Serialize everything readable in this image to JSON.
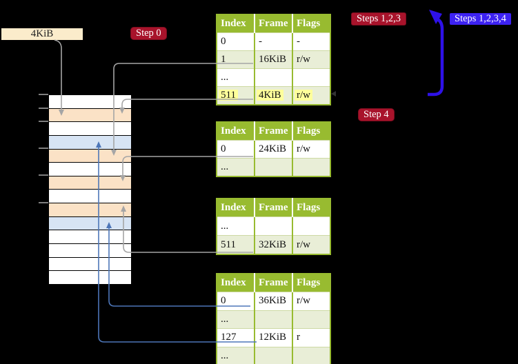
{
  "memory_box": {
    "label": "4KiB"
  },
  "badges": {
    "step0": {
      "label": "Step 0",
      "color": "#a8132b"
    },
    "steps123": {
      "label": "Steps 1,2,3",
      "color": "#a8132b"
    },
    "steps1234": {
      "label": "Steps 1,2,3,4",
      "color": "#3d22f2"
    },
    "step4": {
      "label": "Step 4",
      "color": "#a8132b"
    }
  },
  "page_tables": [
    {
      "name": "page-table-level-1",
      "columns": [
        "Index",
        "Frame",
        "Flags"
      ],
      "rows": [
        {
          "cells": [
            "0",
            "-",
            "-"
          ],
          "shaded": false,
          "highlight": false
        },
        {
          "cells": [
            "1",
            "16KiB",
            "r/w"
          ],
          "shaded": true,
          "highlight": false
        },
        {
          "cells": [
            "...",
            "",
            ""
          ],
          "shaded": false,
          "highlight": false
        },
        {
          "cells": [
            "511",
            "4KiB",
            "r/w"
          ],
          "shaded": true,
          "highlight": true
        }
      ]
    },
    {
      "name": "page-table-level-2",
      "columns": [
        "Index",
        "Frame",
        "Flags"
      ],
      "rows": [
        {
          "cells": [
            "0",
            "24KiB",
            "r/w"
          ],
          "shaded": false,
          "highlight": false
        },
        {
          "cells": [
            "...",
            "",
            ""
          ],
          "shaded": true,
          "highlight": false
        }
      ]
    },
    {
      "name": "page-table-level-3",
      "columns": [
        "Index",
        "Frame",
        "Flags"
      ],
      "rows": [
        {
          "cells": [
            "...",
            "",
            ""
          ],
          "shaded": false,
          "highlight": false
        },
        {
          "cells": [
            "511",
            "32KiB",
            "r/w"
          ],
          "shaded": true,
          "highlight": false
        }
      ]
    },
    {
      "name": "page-table-level-4",
      "columns": [
        "Index",
        "Frame",
        "Flags"
      ],
      "rows": [
        {
          "cells": [
            "0",
            "36KiB",
            "r/w"
          ],
          "shaded": false,
          "highlight": false
        },
        {
          "cells": [
            "...",
            "",
            ""
          ],
          "shaded": true,
          "highlight": false
        },
        {
          "cells": [
            "127",
            "12KiB",
            "r"
          ],
          "shaded": false,
          "highlight": false
        },
        {
          "cells": [
            "...",
            "",
            ""
          ],
          "shaded": true,
          "highlight": false
        }
      ]
    }
  ],
  "memory_strip": {
    "rows": [
      "white",
      "peach",
      "white",
      "blue",
      "peach",
      "white",
      "peach",
      "white",
      "peach",
      "blue",
      "white",
      "white",
      "white",
      "white"
    ],
    "tick_rows": [
      0,
      1,
      2,
      4,
      6,
      8
    ]
  },
  "arrows": [
    {
      "name": "membox-to-4kib-frame",
      "from": "4KiB box",
      "to": "memory frame 4KiB",
      "color": "gray"
    },
    {
      "name": "pt1-idx1-to-16kib",
      "from": "table 1 index 1 (16KiB)",
      "to": "memory frame 16KiB",
      "color": "gray"
    },
    {
      "name": "pt1-idx511-to-4kib",
      "from": "table 1 index 511 (4KiB)",
      "to": "memory frame 4KiB",
      "color": "gray"
    },
    {
      "name": "pt2-idx0-to-24kib",
      "from": "table 2 index 0 (24KiB)",
      "to": "memory frame 24KiB",
      "color": "gray"
    },
    {
      "name": "pt3-idx511-to-32kib",
      "from": "table 3 index 511 (32KiB)",
      "to": "memory frame 32KiB",
      "color": "gray"
    },
    {
      "name": "pt4-idx0-to-36kib",
      "from": "table 4 index 0 (36KiB)",
      "to": "memory frame 36KiB",
      "color": "steel-blue"
    },
    {
      "name": "pt4-idx127-to-12kib",
      "from": "table 4 index 127 (12KiB)",
      "to": "memory frame 12KiB",
      "color": "steel-blue"
    },
    {
      "name": "loop-arrow-steps123",
      "from": "right of table 1",
      "to": "Steps 1,2,3 badge",
      "color": "indigo"
    }
  ]
}
